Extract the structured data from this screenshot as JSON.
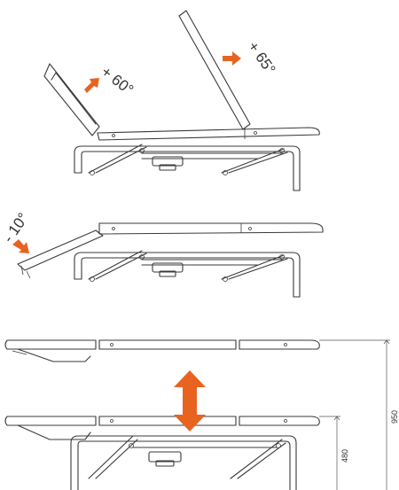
{
  "labels": {
    "head_raise": "+ 60°",
    "back_raise": "+ 65°",
    "head_lower": "- 10°",
    "dim_max_height": "950",
    "dim_min_height": "480"
  },
  "colors": {
    "accent": "#e8631f",
    "line": "#3a3a3a"
  },
  "icons": [
    "arrow-up-down-icon",
    "angle-arrow-icon"
  ]
}
